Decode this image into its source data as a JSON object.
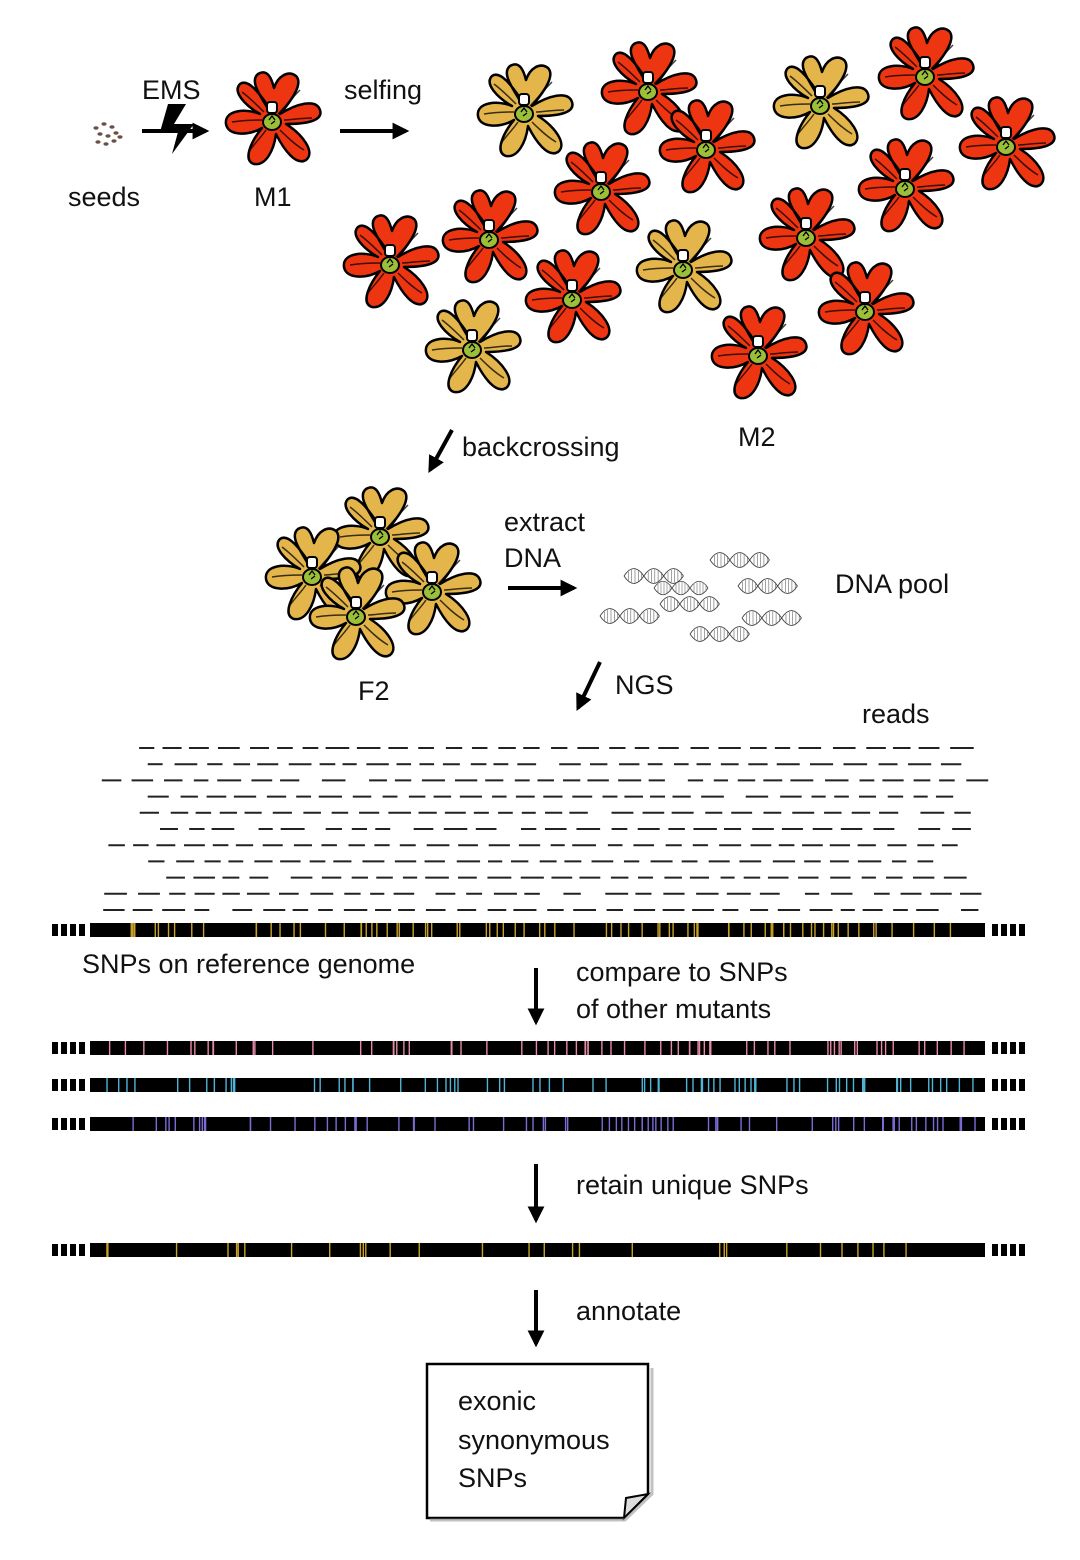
{
  "labels": {
    "ems": "EMS",
    "selfing": "selfing",
    "seeds": "seeds",
    "m1": "M1",
    "m2": "M2",
    "backcrossing": "backcrossing",
    "extract_line1": "extract",
    "extract_line2": "DNA",
    "dna_pool": "DNA pool",
    "f2": "F2",
    "ngs": "NGS",
    "reads": "reads",
    "snps_reference": "SNPs on reference genome",
    "compare_line1": "compare to SNPs",
    "compare_line2": "of other mutants",
    "retain": "retain unique SNPs",
    "annotate": "annotate",
    "result_line1": "exonic",
    "result_line2": "synonymous",
    "result_line3": "SNPs"
  },
  "colors": {
    "mutant_red": "#ee3512",
    "wildtype_yellow": "#e3b54b",
    "ems_bolt": "#f2c230",
    "snp_reference": "#c9a227",
    "snp_mutant_1": "#e98aa6",
    "snp_mutant_2": "#4fb5d9",
    "snp_mutant_3": "#7b6cd6",
    "snp_unique": "#c9a227",
    "genome_bar": "#000000"
  },
  "icons": {
    "seeds": "seeds-icon",
    "flower": "flower-icon",
    "dna": "dna-helix-icon",
    "mutagen": "lightning-bolt-icon",
    "document": "document-icon"
  }
}
